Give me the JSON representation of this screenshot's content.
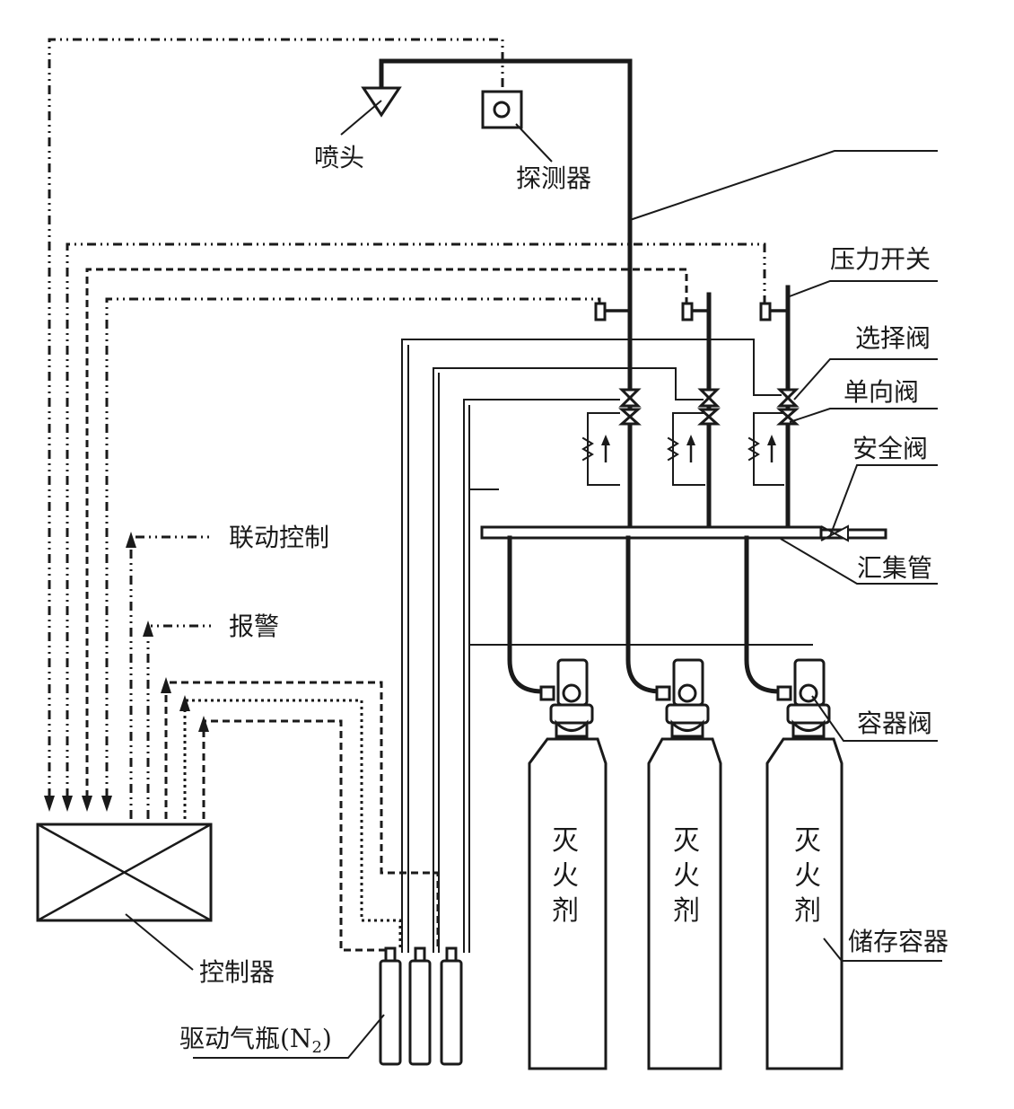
{
  "labels": {
    "nozzle": "喷头",
    "detector": "探测器",
    "pressure_switch": "压力开关",
    "selector_valve": "选择阀",
    "check_valve": "单向阀",
    "safety_valve": "安全阀",
    "manifold": "汇集管",
    "container_valve": "容器阀",
    "storage_container": "储存容器",
    "linkage_control": "联动控制",
    "alarm": "报警",
    "controller": "控制器",
    "drive_cylinder_main": "驱动气瓶(N",
    "drive_cylinder_sub": "2",
    "drive_cylinder_close": ")"
  },
  "cylinders": [
    {
      "chars": [
        "灭",
        "火",
        "剂"
      ]
    },
    {
      "chars": [
        "灭",
        "火",
        "剂"
      ]
    },
    {
      "chars": [
        "灭",
        "火",
        "剂"
      ]
    }
  ]
}
